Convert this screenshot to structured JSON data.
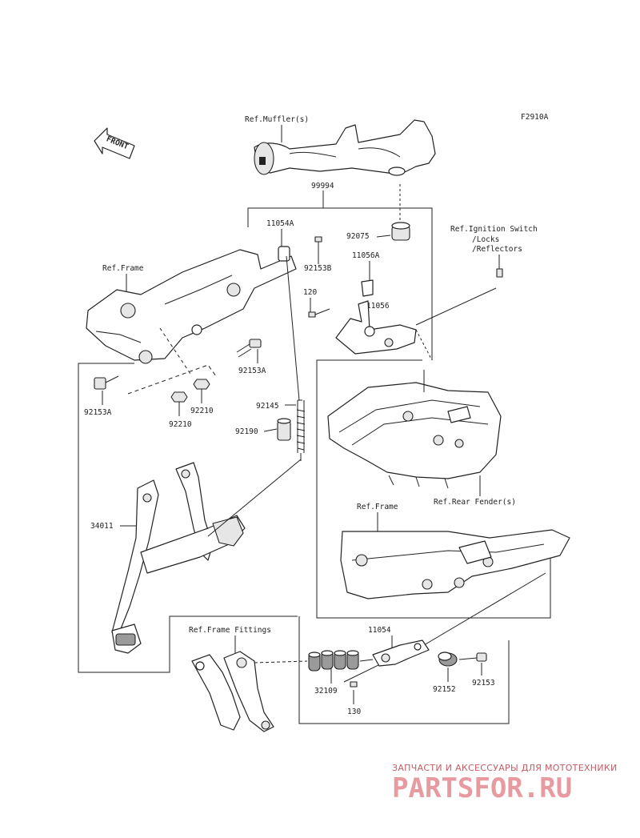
{
  "diagram_code": "F2910A",
  "front_arrow_label": "FRONT",
  "refs": {
    "muffler": "Ref.Muffler(s)",
    "frame_top": "Ref.Frame",
    "ignition_line1": "Ref.Ignition Switch",
    "ignition_line2": "/Locks",
    "ignition_line3": "/Reflectors",
    "rear_fender": "Ref.Rear Fender(s)",
    "frame_right": "Ref.Frame",
    "frame_fittings": "Ref.Frame Fittings"
  },
  "parts": {
    "p99994": "99994",
    "p11054A": "11054A",
    "p92075": "92075",
    "p92153B": "92153B",
    "p11056A": "11056A",
    "p120": "120",
    "p11056": "11056",
    "p92153A_right": "92153A",
    "p92153A_left": "92153A",
    "p92210_right": "92210",
    "p92210_left": "92210",
    "p92145": "92145",
    "p92190": "92190",
    "p34011": "34011",
    "p11054": "11054",
    "p32109": "32109",
    "p92152": "92152",
    "p92153": "92153",
    "p130": "130"
  },
  "watermark": {
    "tagline": "ЗАПЧАСТИ И АКСЕССУАРЫ ДЛЯ МОТОТЕХНИКИ",
    "brand": "PARTSFOR.RU"
  }
}
